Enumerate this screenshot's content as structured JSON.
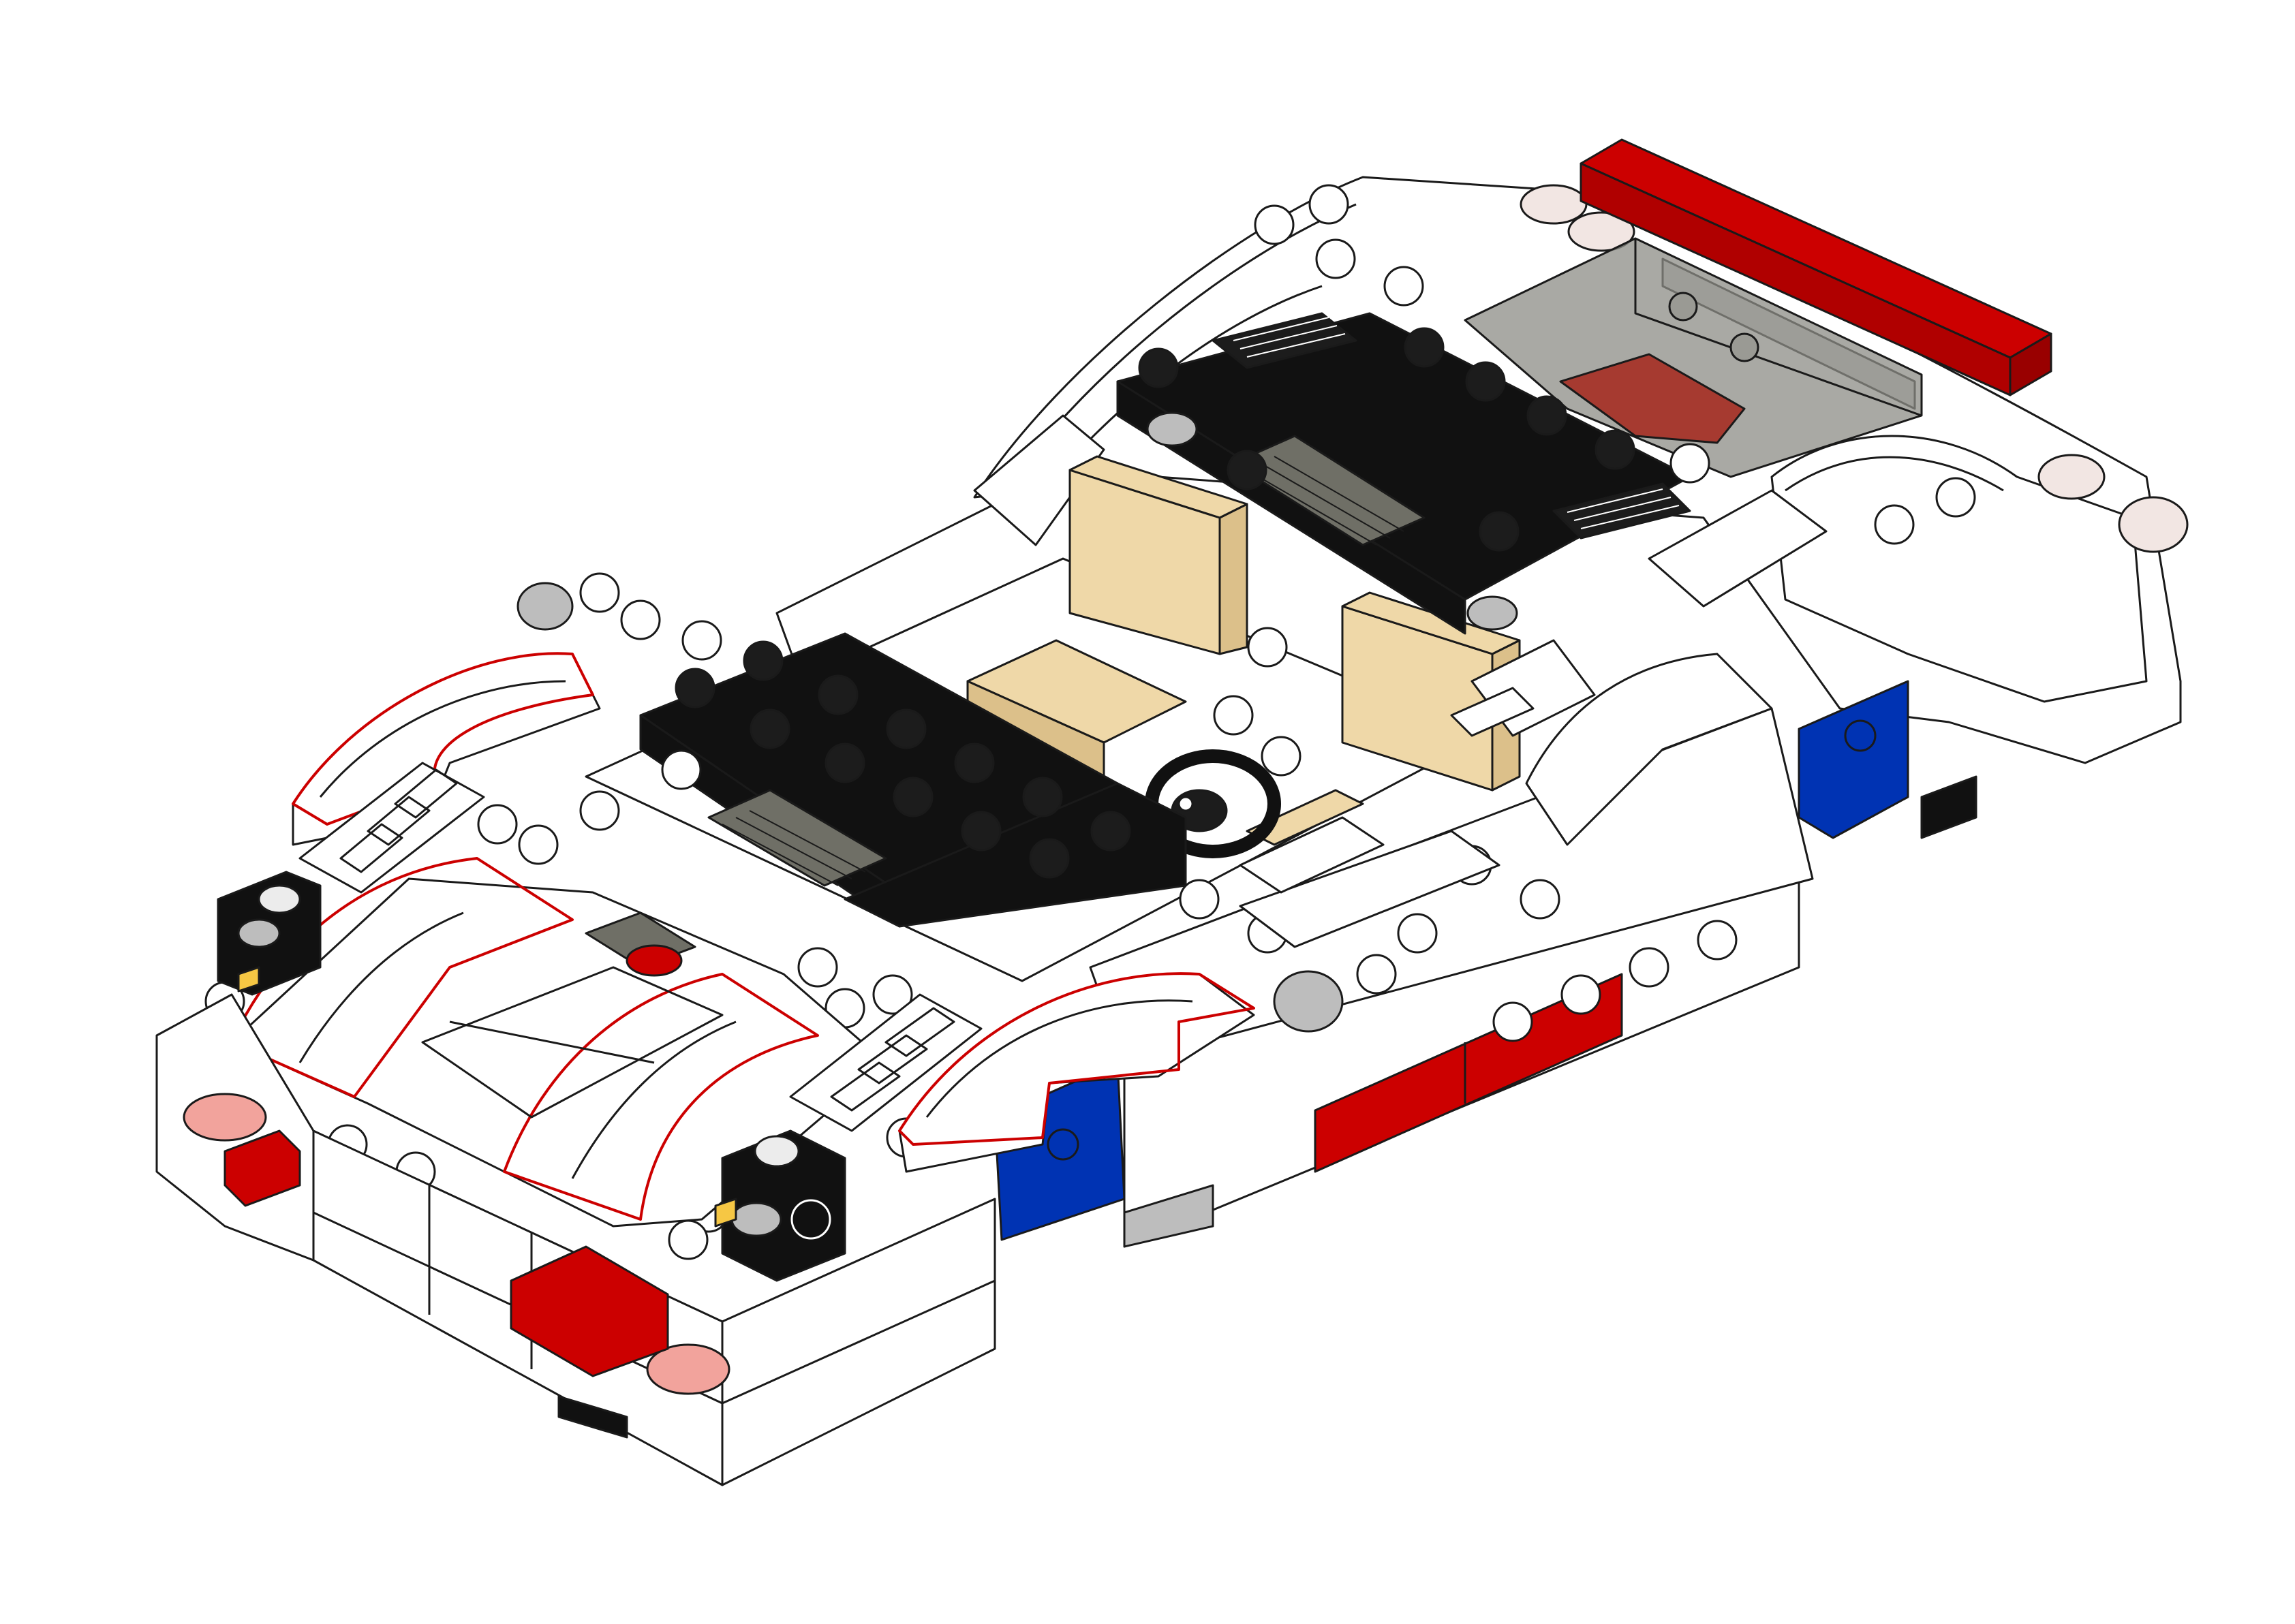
{
  "model": {
    "subject": "car",
    "view": "isometric"
  },
  "colors": {
    "background": "#ffffff",
    "body_white": "#ffffff",
    "shade_white": "#ececec",
    "outline": "#1a1a1a",
    "red": "#cc0000",
    "red_light": "#f2a39c",
    "black": "#111111",
    "black_top": "#1c1c1c",
    "tan": "#efd8a8",
    "tan_shade": "#dcc08a",
    "blue": "#0033b3",
    "gray": "#bdbdbd",
    "dark_gray": "#6f6f66",
    "trans_black": "#8c8c86",
    "yellow": "#f6c744"
  },
  "parts": {
    "rear_spoiler": "red-tile",
    "rear_window": "trans-black-windscreen",
    "seats": "tan-bricks",
    "steering_wheel": "black-steering-wheel",
    "headlights": "trans-red-round-plates",
    "side_panels": "blue-slopes",
    "wheel_hubs": "light-gray-hubs",
    "vents": "grille-tiles"
  }
}
